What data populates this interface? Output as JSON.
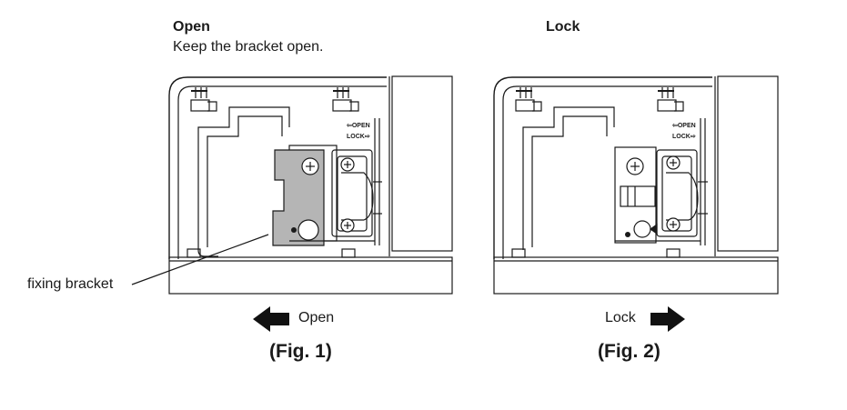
{
  "panel_open": {
    "heading": "Open",
    "instruction": "Keep the bracket open.",
    "callout_label": "fixing bracket",
    "direction_label": "Open",
    "caption": "(Fig. 1)",
    "switch_open": "⇦OPEN",
    "switch_lock": "LOCK⇨"
  },
  "panel_lock": {
    "heading": "Lock",
    "direction_label": "Lock",
    "caption": "(Fig. 2)",
    "switch_open": "⇦OPEN",
    "switch_lock": "LOCK⇨"
  },
  "colors": {
    "line": "#1a1a1a",
    "bracket_fill": "#b5b5b5",
    "arrow": "#111111"
  },
  "icons": [
    "arrow-left-icon",
    "arrow-right-icon",
    "screw-icon"
  ]
}
